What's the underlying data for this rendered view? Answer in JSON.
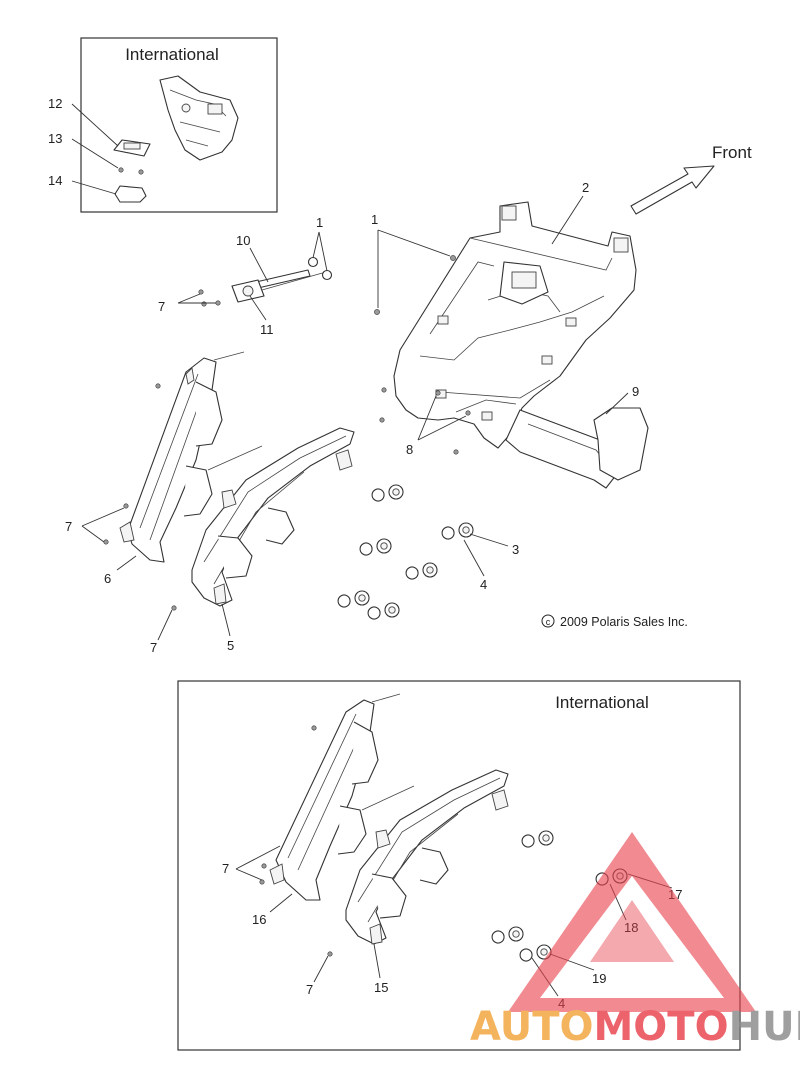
{
  "top_inset": {
    "title": "International",
    "callouts": [
      "12",
      "13",
      "14"
    ]
  },
  "front_label": "Front",
  "callouts_main": {
    "c1a": "1",
    "c1b": "1",
    "c2": "2",
    "c3": "3",
    "c4": "4",
    "c5": "5",
    "c6": "6",
    "c7a": "7",
    "c7b": "7",
    "c7c": "7",
    "c8": "8",
    "c9": "9",
    "c10": "10",
    "c11": "11"
  },
  "copyright": "2009 Polaris Sales Inc.",
  "bottom_inset": {
    "title": "International",
    "callouts": {
      "c7a": "7",
      "c7b": "7",
      "c15": "15",
      "c16": "16",
      "c17": "17",
      "c18": "18",
      "c19": "19",
      "c4": "4"
    }
  },
  "watermark": {
    "part1": "AUTO",
    "part2": "MOTO",
    "part3": "HUB",
    "color_red": "#e8424c",
    "color_orange": "#f2a43a",
    "color_gray": "#8a8a8a"
  }
}
